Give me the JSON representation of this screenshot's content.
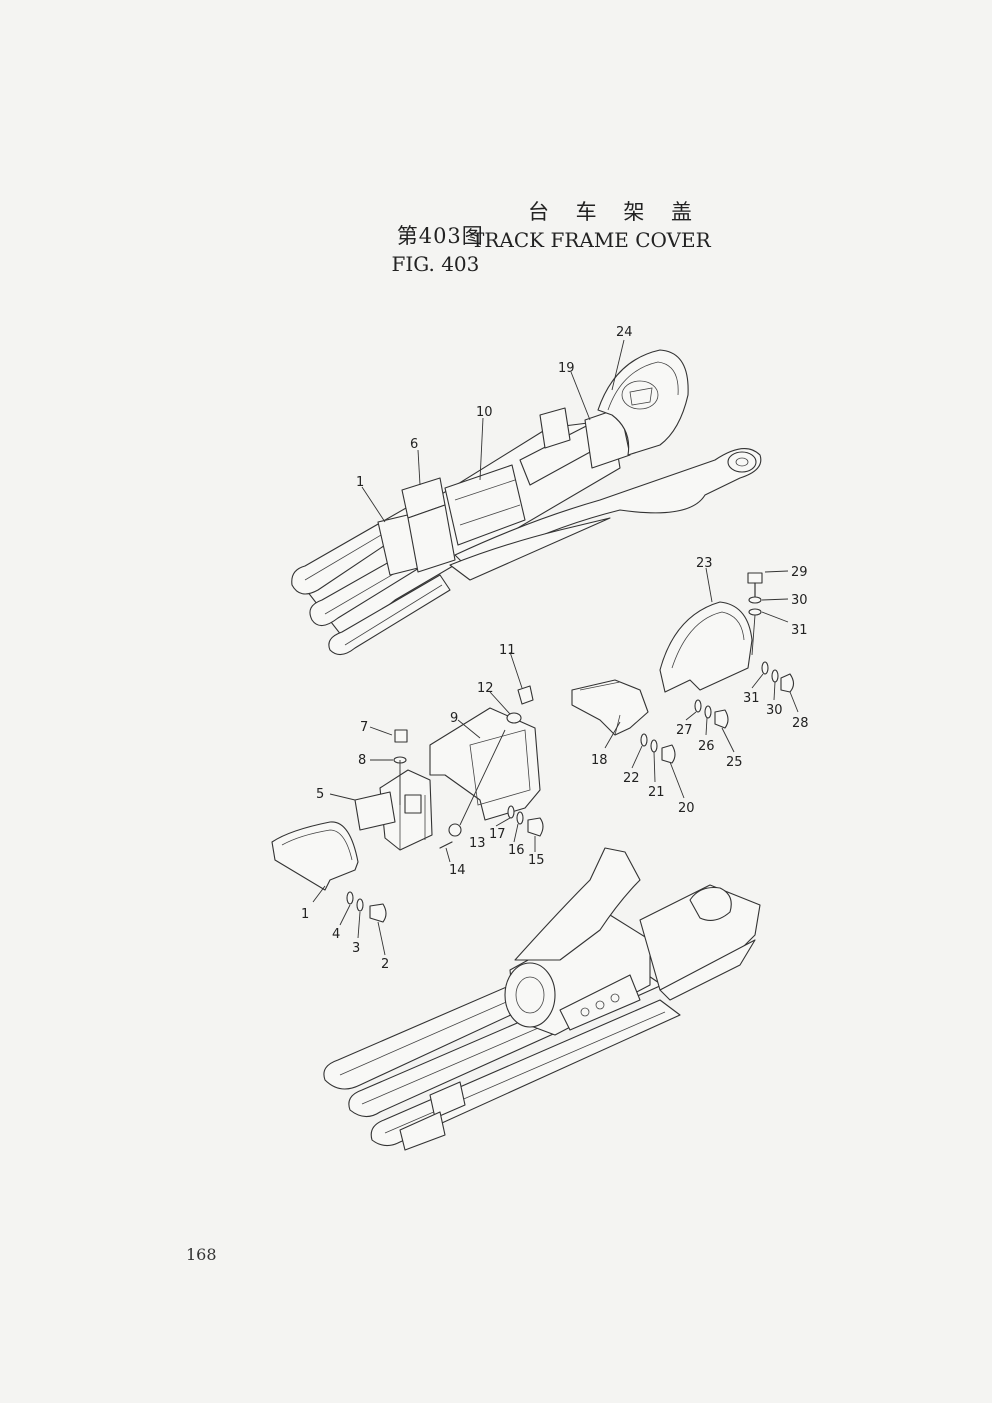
{
  "title": {
    "cn_fig": "第403图",
    "cn_name": "台 车 架 盖",
    "en_fig": "FIG. 403",
    "en_name": "TRACK FRAME COVER"
  },
  "page_number": "168",
  "callouts": [
    "1",
    "6",
    "10",
    "19",
    "24",
    "23",
    "29",
    "30",
    "31",
    "11",
    "12",
    "9",
    "7",
    "8",
    "5",
    "13",
    "14",
    "17",
    "16",
    "15",
    "18",
    "22",
    "21",
    "20",
    "27",
    "26",
    "25",
    "31",
    "30",
    "28",
    "1",
    "4",
    "3",
    "2"
  ]
}
